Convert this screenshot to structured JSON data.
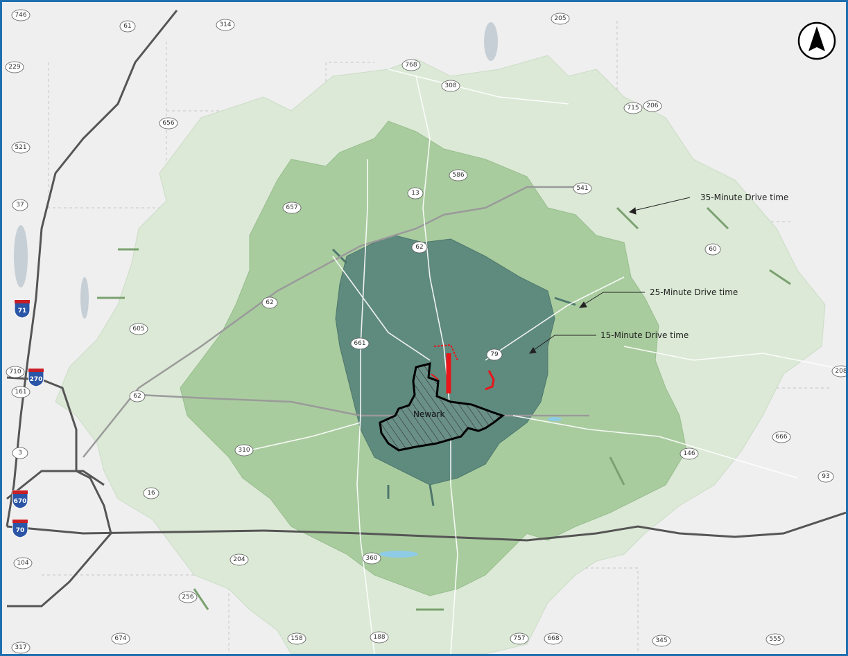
{
  "map": {
    "city": "Newark",
    "drive_time_labels": [
      "35-Minute Drive time",
      "25-Minute Drive time",
      "15-Minute Drive time"
    ],
    "colors": {
      "zone_35": "#dbe9d6",
      "zone_25": "#a9cc9f",
      "zone_15": "#5f8a7e",
      "city_outline": "#000000",
      "highlight": "#e8161a",
      "frame": "#1f6fae",
      "interstate_shield": "#2b55a6",
      "background": "#efefef"
    },
    "route_shields": [
      "746",
      "61",
      "314",
      "205",
      "229",
      "768",
      "308",
      "715",
      "206",
      "656",
      "521",
      "586",
      "13",
      "541",
      "37",
      "657",
      "62",
      "60",
      "62",
      "605",
      "661",
      "79",
      "710",
      "208",
      "161",
      "62",
      "310",
      "666",
      "146",
      "3",
      "93",
      "16",
      "204",
      "104",
      "360",
      "256",
      "674",
      "158",
      "188",
      "757",
      "668",
      "345",
      "555",
      "317"
    ],
    "interstate_shields": [
      "71",
      "270",
      "670",
      "70"
    ],
    "north_arrow": "north-arrow-icon"
  }
}
